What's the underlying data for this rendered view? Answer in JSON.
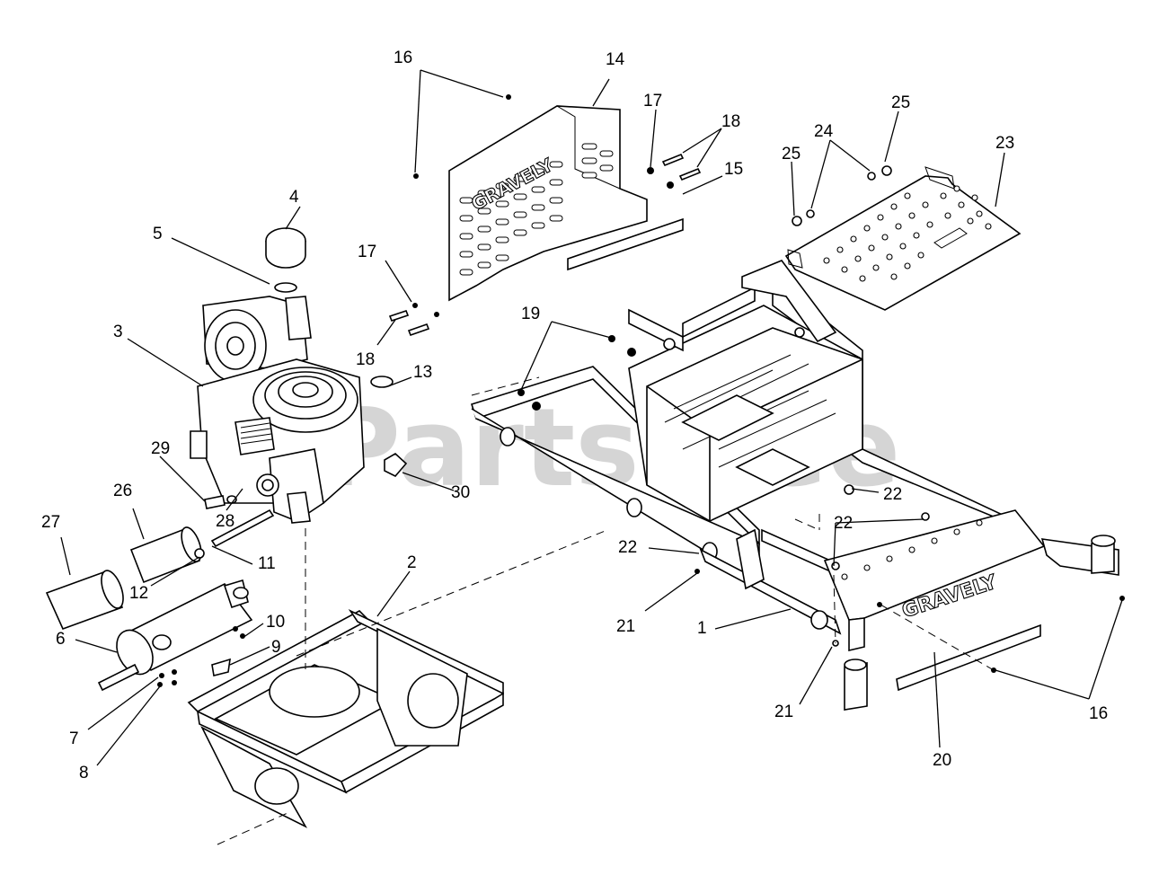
{
  "watermark": "PartsTree",
  "callouts": [
    {
      "id": "c16a",
      "label": "16"
    },
    {
      "id": "c14",
      "label": "14"
    },
    {
      "id": "c17a",
      "label": "17"
    },
    {
      "id": "c18a",
      "label": "18"
    },
    {
      "id": "c15",
      "label": "15"
    },
    {
      "id": "c25a",
      "label": "25"
    },
    {
      "id": "c24",
      "label": "24"
    },
    {
      "id": "c25b",
      "label": "25"
    },
    {
      "id": "c23",
      "label": "23"
    },
    {
      "id": "c4",
      "label": "4"
    },
    {
      "id": "c5",
      "label": "5"
    },
    {
      "id": "c17b",
      "label": "17"
    },
    {
      "id": "c19",
      "label": "19"
    },
    {
      "id": "c3",
      "label": "3"
    },
    {
      "id": "c18b",
      "label": "18"
    },
    {
      "id": "c13",
      "label": "13"
    },
    {
      "id": "c29",
      "label": "29"
    },
    {
      "id": "c26",
      "label": "26"
    },
    {
      "id": "c30",
      "label": "30"
    },
    {
      "id": "c22a",
      "label": "22"
    },
    {
      "id": "c27",
      "label": "27"
    },
    {
      "id": "c28",
      "label": "28"
    },
    {
      "id": "c22b",
      "label": "22"
    },
    {
      "id": "c12",
      "label": "12"
    },
    {
      "id": "c11",
      "label": "11"
    },
    {
      "id": "c2",
      "label": "2"
    },
    {
      "id": "c22c",
      "label": "22"
    },
    {
      "id": "c10",
      "label": "10"
    },
    {
      "id": "c6",
      "label": "6"
    },
    {
      "id": "c9",
      "label": "9"
    },
    {
      "id": "c21a",
      "label": "21"
    },
    {
      "id": "c1",
      "label": "1"
    },
    {
      "id": "c7",
      "label": "7"
    },
    {
      "id": "c21b",
      "label": "21"
    },
    {
      "id": "c16b",
      "label": "16"
    },
    {
      "id": "c8",
      "label": "8"
    },
    {
      "id": "c20",
      "label": "20"
    }
  ],
  "brand_marks": {
    "frame_logo": "GRAVELY",
    "shield_logo": "GRAVELY"
  }
}
